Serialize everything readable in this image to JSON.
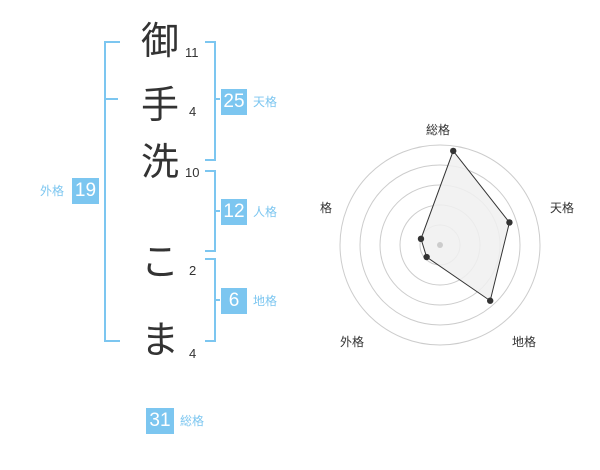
{
  "name_chars": [
    {
      "char": "御",
      "strokes": "11"
    },
    {
      "char": "手",
      "strokes": "4"
    },
    {
      "char": "洗",
      "strokes": "10"
    },
    {
      "char": "こ",
      "strokes": "2"
    },
    {
      "char": "ま",
      "strokes": "4"
    }
  ],
  "kakusu": {
    "tenkaku": {
      "value": "25",
      "label": "天格"
    },
    "jinkaku": {
      "value": "12",
      "label": "人格"
    },
    "chikaku": {
      "value": "6",
      "label": "地格"
    },
    "gaikaku": {
      "value": "19",
      "label": "外格"
    },
    "soukaku": {
      "value": "31",
      "label": "総格"
    }
  },
  "colors": {
    "accent": "#7cc6f0",
    "text": "#333333",
    "radar_fill": "#f0f0f0"
  },
  "chart_data": {
    "type": "radar",
    "axes": [
      "総格",
      "天格",
      "地格",
      "外格",
      "人格"
    ],
    "values": [
      0.95,
      0.73,
      0.75,
      0.18,
      0.2
    ],
    "rings": 5
  }
}
